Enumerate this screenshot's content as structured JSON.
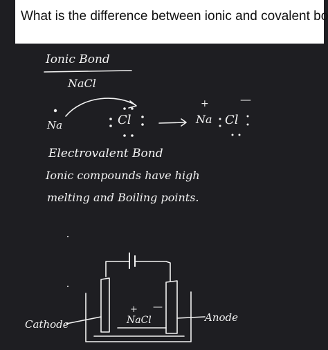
{
  "question": {
    "text": "What is the difference between ionic and covalent bond?"
  },
  "notes": {
    "title": "Ionic Bond",
    "example": "NaCl",
    "atom_na": "Na",
    "atom_cl": "Cl",
    "ion_na": "Na",
    "ion_cl": "Cl",
    "plus_sign": "+",
    "minus_sign": "—",
    "line1": "Electrovalent Bond",
    "line2": "Ionic compounds have high",
    "line3": "melting and Boiling points."
  },
  "diagram": {
    "cathode_label": "Cathode",
    "anode_label": "Anode",
    "electrolyte_label": "NaCl",
    "plus_sign": "+",
    "minus_sign": "—"
  },
  "colors": {
    "background": "#1e1e22",
    "ink": "#f2f2f2",
    "question_bg": "#ffffff",
    "question_text": "#111111"
  }
}
